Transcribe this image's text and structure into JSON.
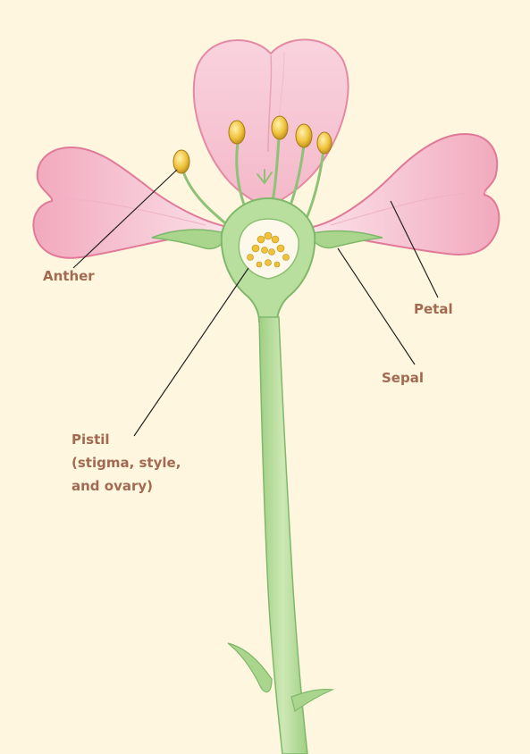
{
  "labels": {
    "anther": "Anther",
    "petal": "Petal",
    "sepal": "Sepal",
    "pistil_line1": "Pistil",
    "pistil_line2": "(stigma, style,",
    "pistil_line3": "and ovary)"
  },
  "colors": {
    "background": "#fef6de",
    "label_text": "#a36a52",
    "petal_fill": "#f7c9d6",
    "petal_edge": "#e07a98",
    "stem": "#b8dc9a",
    "stem_edge": "#7fb86a",
    "anther": "#f0c23a",
    "leader_line": "#222222"
  }
}
